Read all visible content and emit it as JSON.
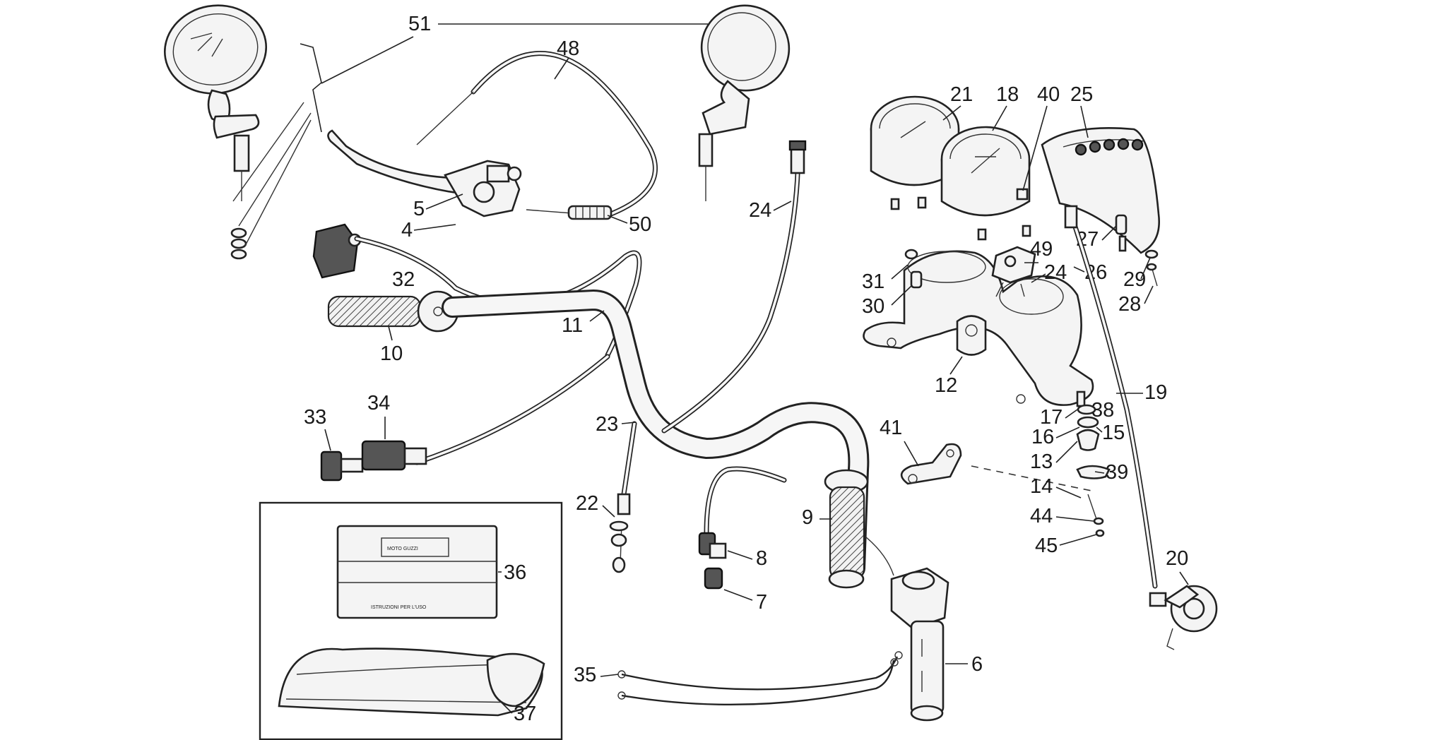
{
  "part_numbers": {
    "p51": "51",
    "p48": "48",
    "p5": "5",
    "p4": "4",
    "p50": "50",
    "p24a": "24",
    "p32": "32",
    "p11": "11",
    "p10": "10",
    "p33": "33",
    "p34": "34",
    "p23": "23",
    "p22": "22",
    "p8": "8",
    "p7": "7",
    "p9": "9",
    "p6": "6",
    "p35": "35",
    "p36": "36",
    "p37": "37",
    "p21": "21",
    "p18": "18",
    "p40": "40",
    "p25": "25",
    "p27": "27",
    "p49": "49",
    "p24b": "24",
    "p26": "26",
    "p29": "29",
    "p28": "28",
    "p31": "31",
    "p30": "30",
    "p12": "12",
    "p19": "19",
    "p41": "41",
    "p17": "17",
    "p38": "38",
    "p16": "16",
    "p15": "15",
    "p13": "13",
    "p39": "39",
    "p14": "14",
    "p44": "44",
    "p45": "45",
    "p20": "20"
  },
  "manual_box": {
    "logo_text": "MOTO GUZZI",
    "cover_text": "ISTRUZIONI PER L'USO"
  }
}
